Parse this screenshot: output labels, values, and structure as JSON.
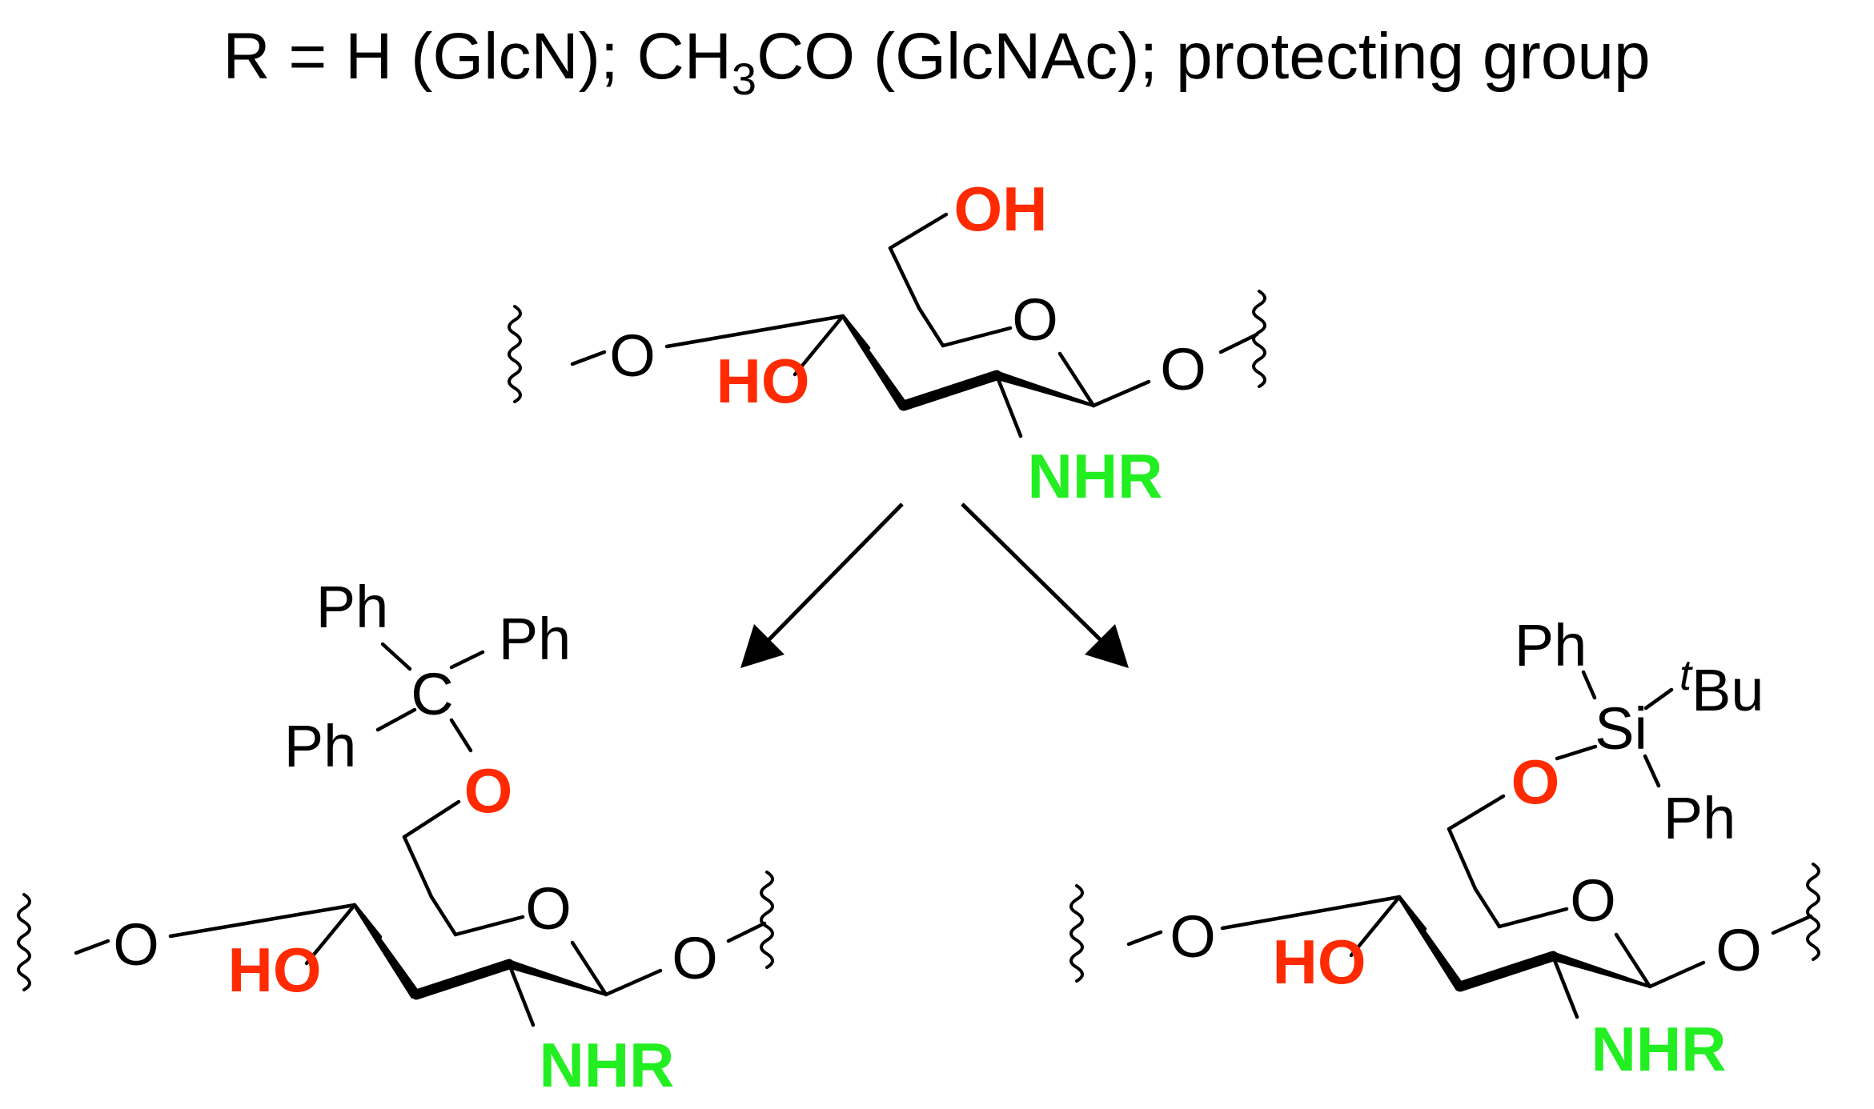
{
  "title": {
    "before_sub": "R = H (GlcN); CH",
    "subscript": "3",
    "after_sub": "CO (GlcNAc); protecting group"
  },
  "colors": {
    "hydroxyl": "#ff2a00",
    "amine": "#22ee22",
    "ink": "#000000"
  },
  "top_unit": {
    "c6_oh": "OH",
    "ring_o": "O",
    "c3_oh": "HO",
    "c2_amine": "NHR",
    "c4_link": "O",
    "c1_link": "O"
  },
  "trityl_unit": {
    "ph_top": "Ph",
    "ph_right": "Ph",
    "ph_left": "Ph",
    "carbon": "C",
    "c6_o": "O",
    "ring_o": "O",
    "c3_oh": "HO",
    "c2_amine": "NHR",
    "c4_link": "O",
    "c1_link": "O"
  },
  "silyl_unit": {
    "ph_top": "Ph",
    "tbu_prefix": "t",
    "tbu": "Bu",
    "silicon": "Si",
    "ph_bottom": "Ph",
    "c6_o": "O",
    "ring_o": "O",
    "c3_oh": "HO",
    "c2_amine": "NHR",
    "c4_link": "O",
    "c1_link": "O"
  }
}
